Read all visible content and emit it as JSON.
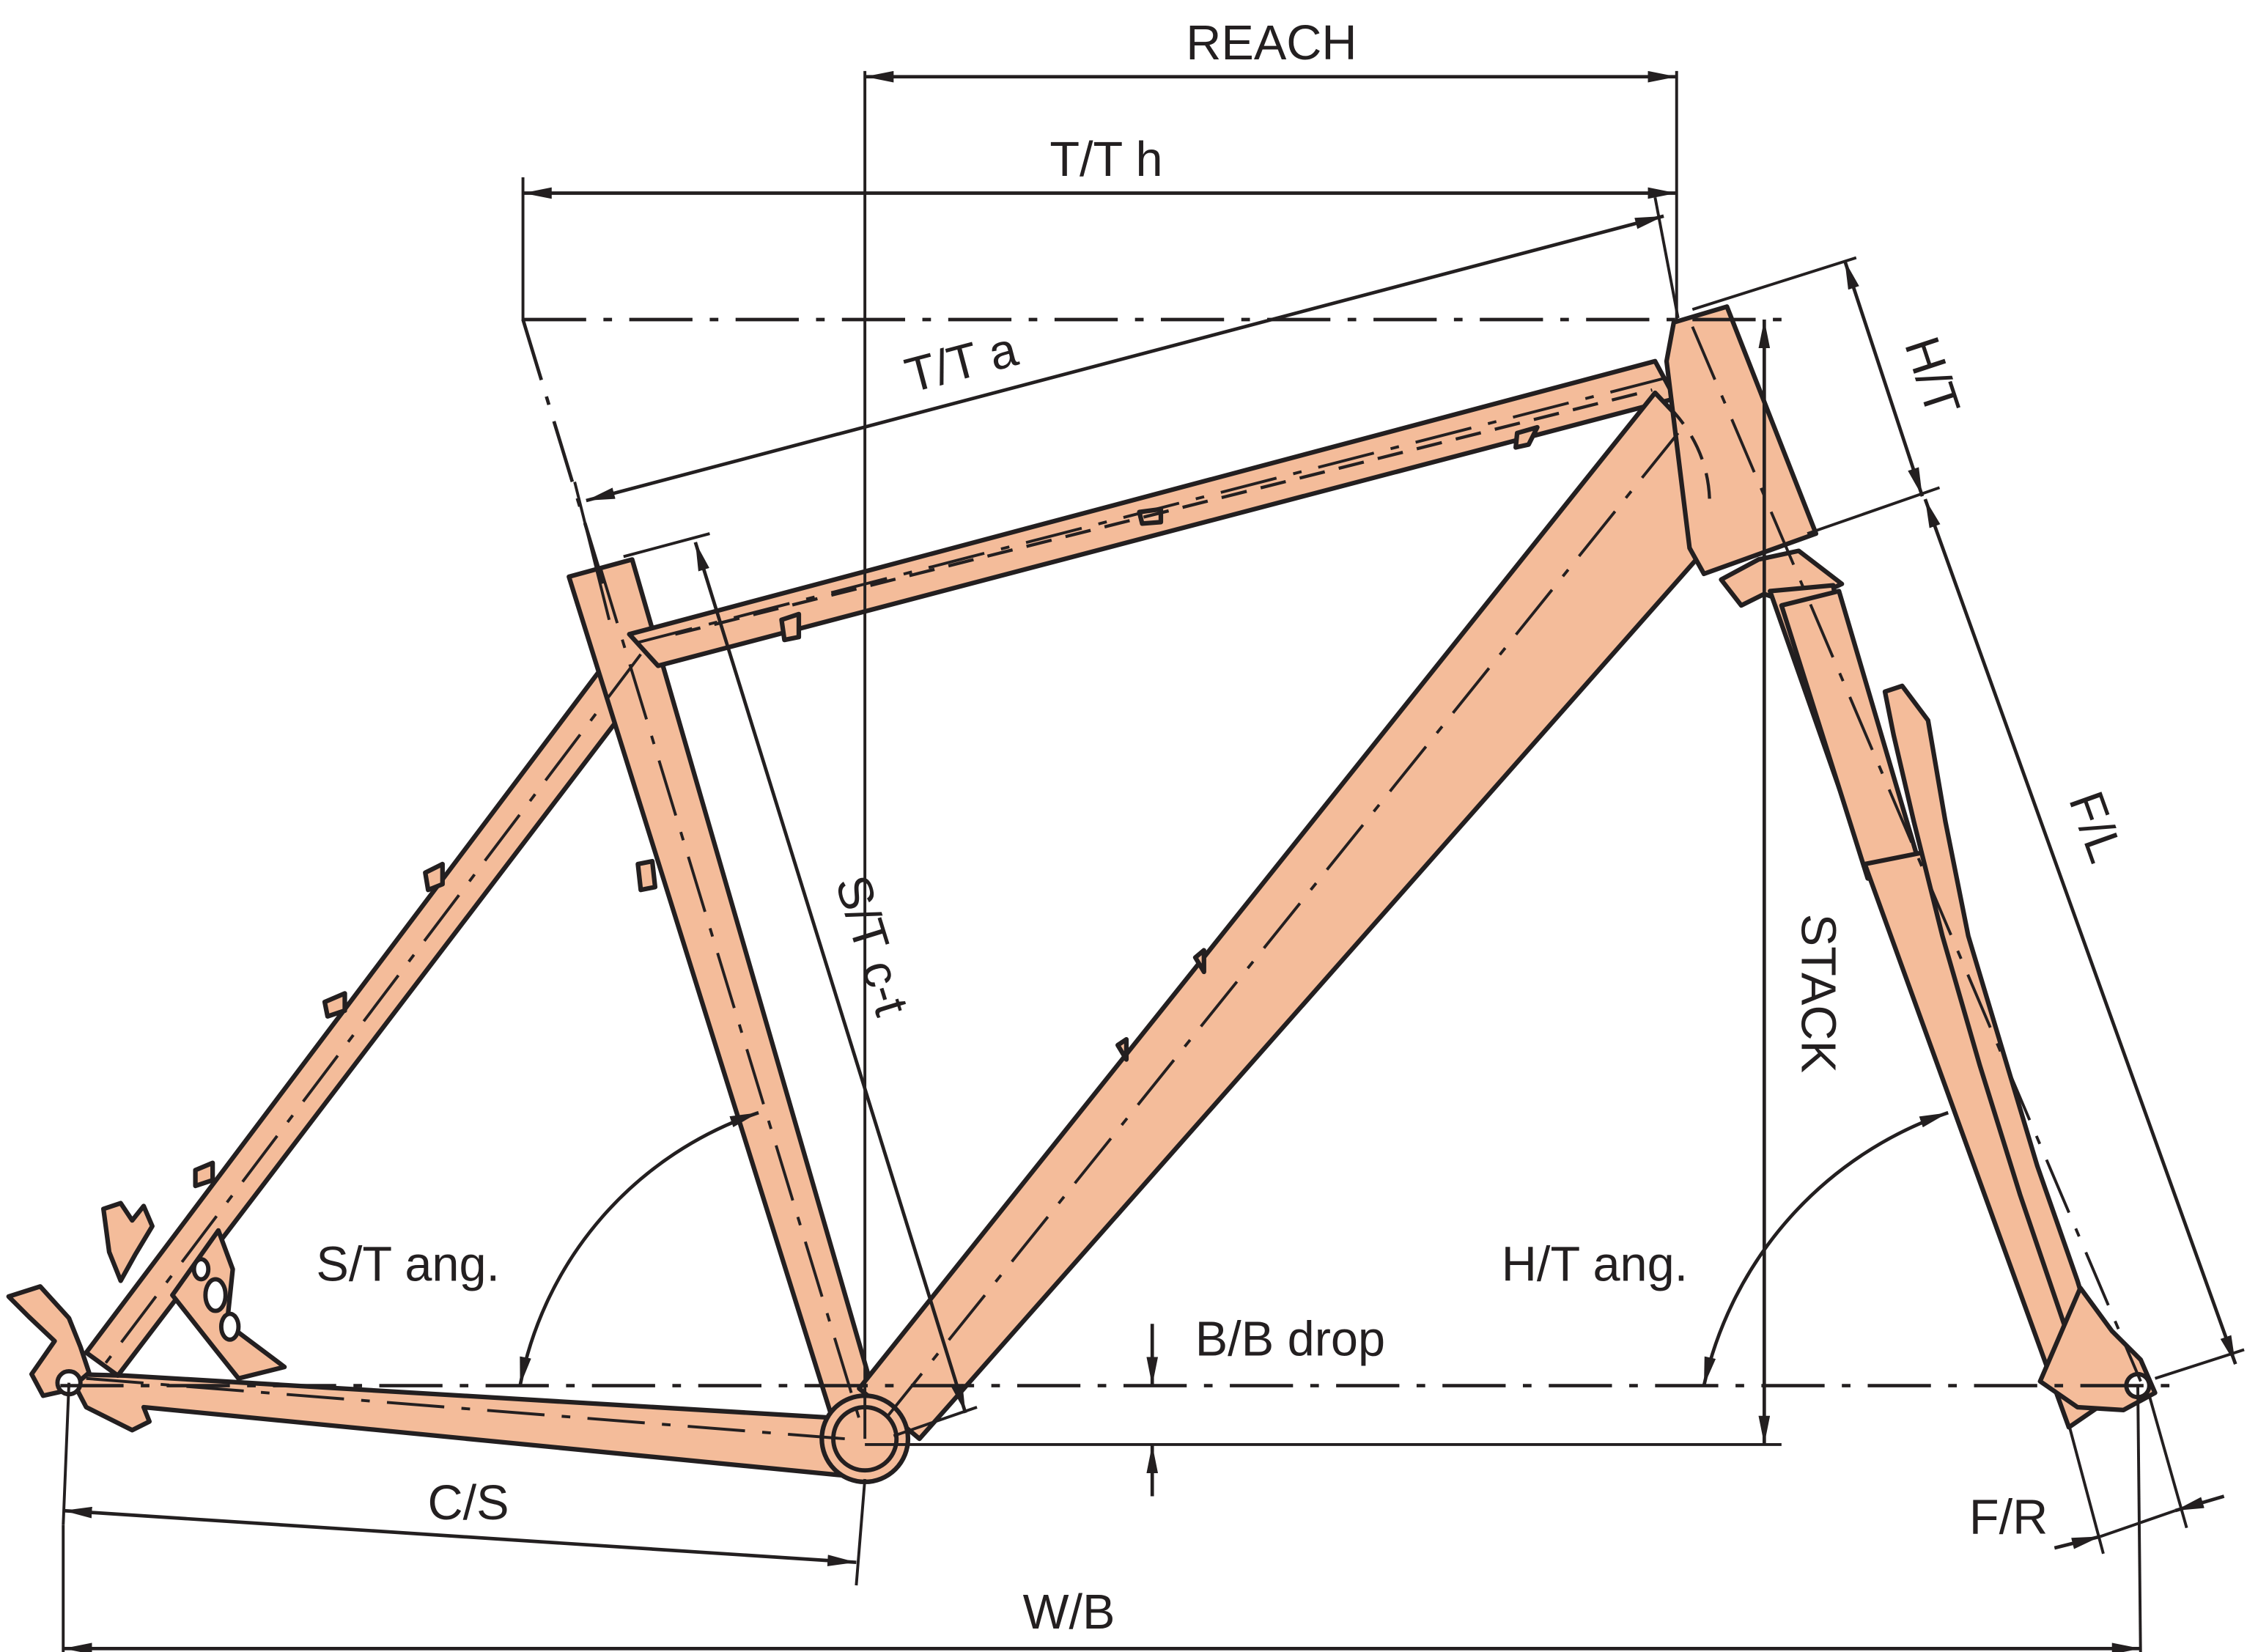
{
  "labels": {
    "reach": "REACH",
    "tt_h": "T/T h",
    "tt_a": "T/T a",
    "ht": "H/T",
    "fl": "F/L",
    "stack": "STACK",
    "st_ct": "S/T c-t",
    "st_ang": "S/T ang.",
    "ht_ang": "H/T ang.",
    "bb_drop": "B/B drop",
    "cs": "C/S",
    "wb": "W/B",
    "fr": "F/R"
  },
  "colors": {
    "frame_fill": "#f4bc9a",
    "line": "#231f20",
    "background": "#ffffff"
  }
}
